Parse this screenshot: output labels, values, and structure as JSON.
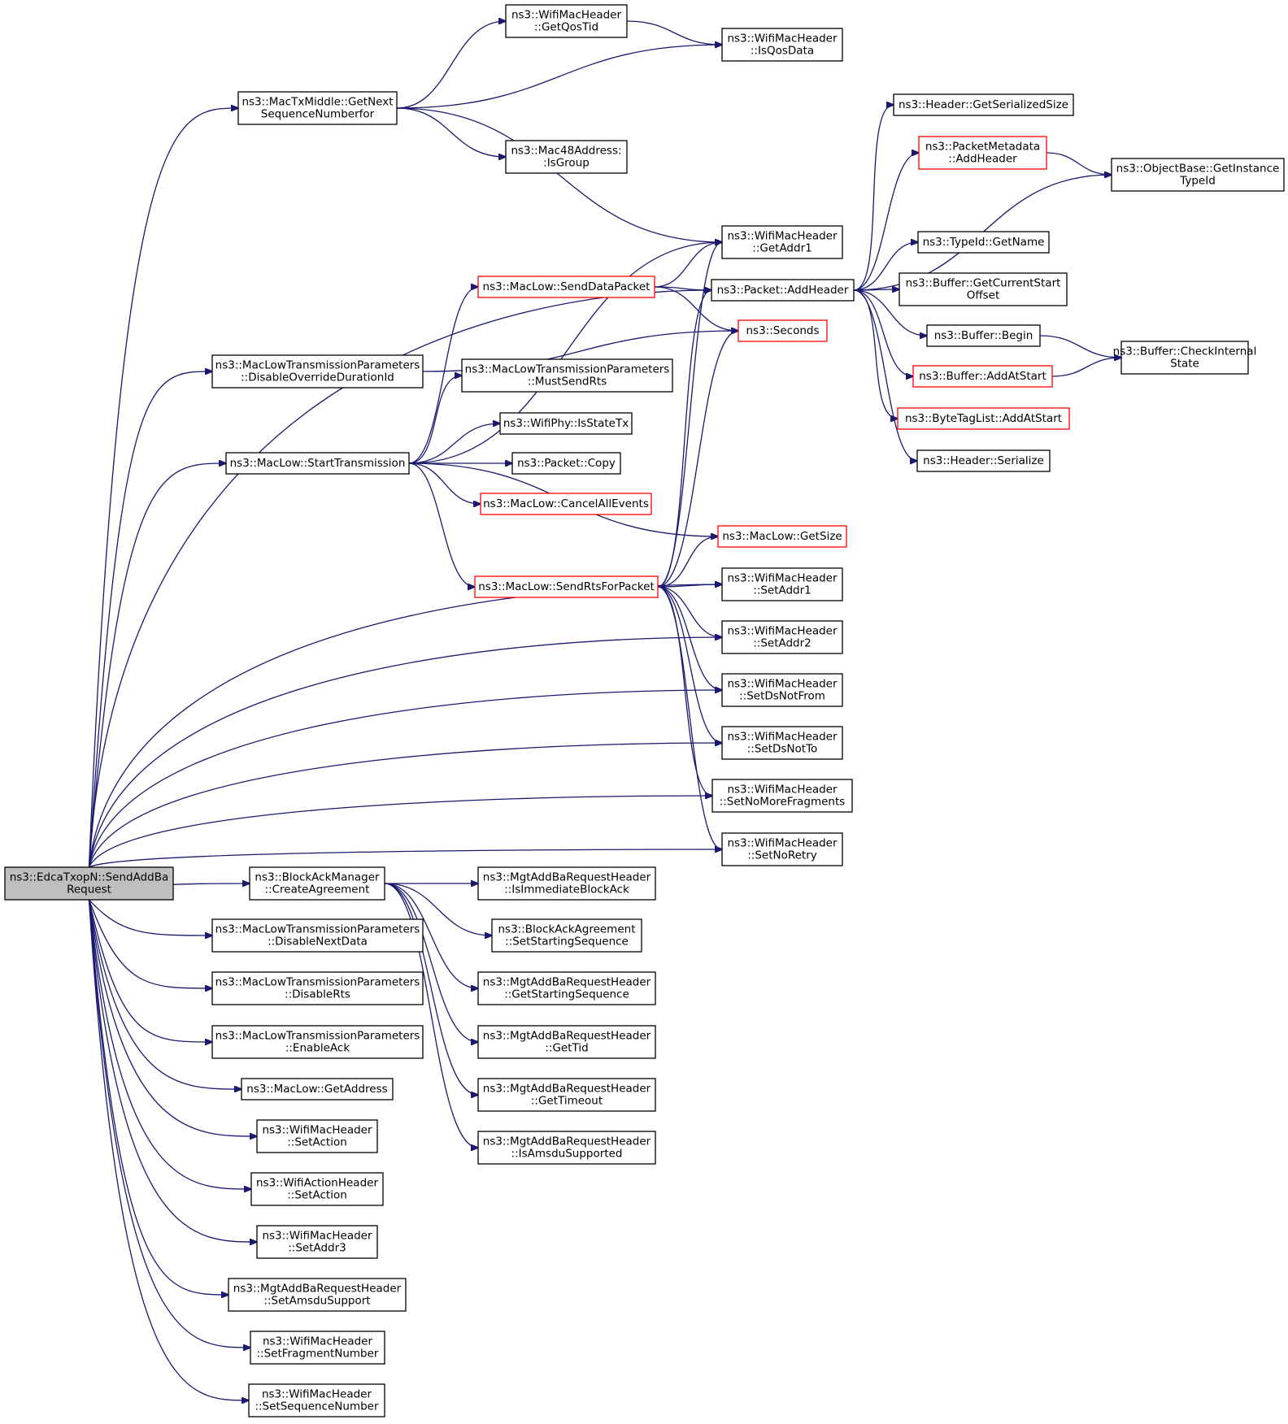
{
  "graph": {
    "type": "call-graph",
    "root": "send_add_ba",
    "nodes": [
      {
        "id": "send_add_ba",
        "lines": [
          "ns3::EdcaTxopN::SendAddBa",
          "Request"
        ],
        "style": "root"
      },
      {
        "id": "get_next_seq",
        "lines": [
          "ns3::MacTxMiddle::GetNext",
          "SequenceNumberfor"
        ],
        "style": "normal"
      },
      {
        "id": "get_qos_tid",
        "lines": [
          "ns3::WifiMacHeader",
          "::GetQosTid"
        ],
        "style": "normal"
      },
      {
        "id": "is_qos_data",
        "lines": [
          "ns3::WifiMacHeader",
          "::IsQosData"
        ],
        "style": "normal"
      },
      {
        "id": "is_group",
        "lines": [
          "ns3::Mac48Address:",
          ":IsGroup"
        ],
        "style": "normal"
      },
      {
        "id": "get_addr1",
        "lines": [
          "ns3::WifiMacHeader",
          "::GetAddr1"
        ],
        "style": "normal"
      },
      {
        "id": "add_header",
        "lines": [
          "ns3::Packet::AddHeader"
        ],
        "style": "normal"
      },
      {
        "id": "send_data_packet",
        "lines": [
          "ns3::MacLow::SendDataPacket"
        ],
        "style": "red"
      },
      {
        "id": "seconds",
        "lines": [
          "ns3::Seconds"
        ],
        "style": "red"
      },
      {
        "id": "disable_override",
        "lines": [
          "ns3::MacLowTransmissionParameters",
          "::DisableOverrideDurationId"
        ],
        "style": "normal"
      },
      {
        "id": "must_send_rts",
        "lines": [
          "ns3::MacLowTransmissionParameters",
          "::MustSendRts"
        ],
        "style": "normal"
      },
      {
        "id": "start_transmission",
        "lines": [
          "ns3::MacLow::StartTransmission"
        ],
        "style": "normal"
      },
      {
        "id": "is_state_tx",
        "lines": [
          "ns3::WifiPhy::IsStateTx"
        ],
        "style": "normal"
      },
      {
        "id": "packet_copy",
        "lines": [
          "ns3::Packet::Copy"
        ],
        "style": "normal"
      },
      {
        "id": "cancel_all_events",
        "lines": [
          "ns3::MacLow::CancelAllEvents"
        ],
        "style": "red"
      },
      {
        "id": "get_size",
        "lines": [
          "ns3::MacLow::GetSize"
        ],
        "style": "red"
      },
      {
        "id": "send_rts_for_packet",
        "lines": [
          "ns3::MacLow::SendRtsForPacket"
        ],
        "style": "red"
      },
      {
        "id": "set_addr1",
        "lines": [
          "ns3::WifiMacHeader",
          "::SetAddr1"
        ],
        "style": "normal"
      },
      {
        "id": "set_addr2",
        "lines": [
          "ns3::WifiMacHeader",
          "::SetAddr2"
        ],
        "style": "normal"
      },
      {
        "id": "set_ds_not_from",
        "lines": [
          "ns3::WifiMacHeader",
          "::SetDsNotFrom"
        ],
        "style": "normal"
      },
      {
        "id": "set_ds_not_to",
        "lines": [
          "ns3::WifiMacHeader",
          "::SetDsNotTo"
        ],
        "style": "normal"
      },
      {
        "id": "set_no_more_fragments",
        "lines": [
          "ns3::WifiMacHeader",
          "::SetNoMoreFragments"
        ],
        "style": "normal"
      },
      {
        "id": "set_no_retry",
        "lines": [
          "ns3::WifiMacHeader",
          "::SetNoRetry"
        ],
        "style": "normal"
      },
      {
        "id": "create_agreement",
        "lines": [
          "ns3::BlockAckManager",
          "::CreateAgreement"
        ],
        "style": "normal"
      },
      {
        "id": "is_immediate_block_ack",
        "lines": [
          "ns3::MgtAddBaRequestHeader",
          "::IsImmediateBlockAck"
        ],
        "style": "normal"
      },
      {
        "id": "set_starting_sequence",
        "lines": [
          "ns3::BlockAckAgreement",
          "::SetStartingSequence"
        ],
        "style": "normal"
      },
      {
        "id": "get_starting_sequence",
        "lines": [
          "ns3::MgtAddBaRequestHeader",
          "::GetStartingSequence"
        ],
        "style": "normal"
      },
      {
        "id": "get_tid",
        "lines": [
          "ns3::MgtAddBaRequestHeader",
          "::GetTid"
        ],
        "style": "normal"
      },
      {
        "id": "get_timeout",
        "lines": [
          "ns3::MgtAddBaRequestHeader",
          "::GetTimeout"
        ],
        "style": "normal"
      },
      {
        "id": "is_amsdu_supported",
        "lines": [
          "ns3::MgtAddBaRequestHeader",
          "::IsAmsduSupported"
        ],
        "style": "normal"
      },
      {
        "id": "disable_next_data",
        "lines": [
          "ns3::MacLowTransmissionParameters",
          "::DisableNextData"
        ],
        "style": "normal"
      },
      {
        "id": "disable_rts",
        "lines": [
          "ns3::MacLowTransmissionParameters",
          "::DisableRts"
        ],
        "style": "normal"
      },
      {
        "id": "enable_ack",
        "lines": [
          "ns3::MacLowTransmissionParameters",
          "::EnableAck"
        ],
        "style": "normal"
      },
      {
        "id": "get_address",
        "lines": [
          "ns3::MacLow::GetAddress"
        ],
        "style": "normal"
      },
      {
        "id": "set_action_wmh",
        "lines": [
          "ns3::WifiMacHeader",
          "::SetAction"
        ],
        "style": "normal"
      },
      {
        "id": "set_action_wah",
        "lines": [
          "ns3::WifiActionHeader",
          "::SetAction"
        ],
        "style": "normal"
      },
      {
        "id": "set_addr3",
        "lines": [
          "ns3::WifiMacHeader",
          "::SetAddr3"
        ],
        "style": "normal"
      },
      {
        "id": "set_amsdu_support",
        "lines": [
          "ns3::MgtAddBaRequestHeader",
          "::SetAmsduSupport"
        ],
        "style": "normal"
      },
      {
        "id": "set_fragment_number",
        "lines": [
          "ns3::WifiMacHeader",
          "::SetFragmentNumber"
        ],
        "style": "normal"
      },
      {
        "id": "set_sequence_number",
        "lines": [
          "ns3::WifiMacHeader",
          "::SetSequenceNumber"
        ],
        "style": "normal"
      },
      {
        "id": "get_serialized_size",
        "lines": [
          "ns3::Header::GetSerializedSize"
        ],
        "style": "normal"
      },
      {
        "id": "pm_add_header",
        "lines": [
          "ns3::PacketMetadata",
          "::AddHeader"
        ],
        "style": "red"
      },
      {
        "id": "get_instance_type_id",
        "lines": [
          "ns3::ObjectBase::GetInstance",
          "TypeId"
        ],
        "style": "normal"
      },
      {
        "id": "type_id_get_name",
        "lines": [
          "ns3::TypeId::GetName"
        ],
        "style": "normal"
      },
      {
        "id": "get_current_start_offset",
        "lines": [
          "ns3::Buffer::GetCurrentStart",
          "Offset"
        ],
        "style": "normal"
      },
      {
        "id": "buffer_begin",
        "lines": [
          "ns3::Buffer::Begin"
        ],
        "style": "normal"
      },
      {
        "id": "check_internal_state",
        "lines": [
          "ns3::Buffer::CheckInternal",
          "State"
        ],
        "style": "normal"
      },
      {
        "id": "buffer_add_at_start",
        "lines": [
          "ns3::Buffer::AddAtStart"
        ],
        "style": "red"
      },
      {
        "id": "byte_tag_add_at_start",
        "lines": [
          "ns3::ByteTagList::AddAtStart"
        ],
        "style": "red"
      },
      {
        "id": "header_serialize",
        "lines": [
          "ns3::Header::Serialize"
        ],
        "style": "normal"
      }
    ],
    "edges": [
      [
        "send_add_ba",
        "get_next_seq"
      ],
      [
        "send_add_ba",
        "add_header"
      ],
      [
        "send_add_ba",
        "disable_override"
      ],
      [
        "send_add_ba",
        "start_transmission"
      ],
      [
        "send_add_ba",
        "set_addr1"
      ],
      [
        "send_add_ba",
        "set_addr2"
      ],
      [
        "send_add_ba",
        "set_ds_not_from"
      ],
      [
        "send_add_ba",
        "set_ds_not_to"
      ],
      [
        "send_add_ba",
        "set_no_more_fragments"
      ],
      [
        "send_add_ba",
        "set_no_retry"
      ],
      [
        "send_add_ba",
        "create_agreement"
      ],
      [
        "send_add_ba",
        "disable_next_data"
      ],
      [
        "send_add_ba",
        "disable_rts"
      ],
      [
        "send_add_ba",
        "enable_ack"
      ],
      [
        "send_add_ba",
        "get_address"
      ],
      [
        "send_add_ba",
        "set_action_wmh"
      ],
      [
        "send_add_ba",
        "set_action_wah"
      ],
      [
        "send_add_ba",
        "set_addr3"
      ],
      [
        "send_add_ba",
        "set_amsdu_support"
      ],
      [
        "send_add_ba",
        "set_fragment_number"
      ],
      [
        "send_add_ba",
        "set_sequence_number"
      ],
      [
        "get_next_seq",
        "get_qos_tid"
      ],
      [
        "get_next_seq",
        "is_qos_data"
      ],
      [
        "get_next_seq",
        "is_group"
      ],
      [
        "get_next_seq",
        "get_addr1"
      ],
      [
        "get_qos_tid",
        "is_qos_data"
      ],
      [
        "disable_override",
        "seconds"
      ],
      [
        "start_transmission",
        "get_addr1"
      ],
      [
        "start_transmission",
        "send_data_packet"
      ],
      [
        "start_transmission",
        "must_send_rts"
      ],
      [
        "start_transmission",
        "is_state_tx"
      ],
      [
        "start_transmission",
        "packet_copy"
      ],
      [
        "start_transmission",
        "cancel_all_events"
      ],
      [
        "start_transmission",
        "get_size"
      ],
      [
        "start_transmission",
        "send_rts_for_packet"
      ],
      [
        "send_data_packet",
        "get_addr1"
      ],
      [
        "send_data_packet",
        "add_header"
      ],
      [
        "send_data_packet",
        "seconds"
      ],
      [
        "send_rts_for_packet",
        "get_addr1"
      ],
      [
        "send_rts_for_packet",
        "add_header"
      ],
      [
        "send_rts_for_packet",
        "seconds"
      ],
      [
        "send_rts_for_packet",
        "get_size"
      ],
      [
        "send_rts_for_packet",
        "set_addr1"
      ],
      [
        "send_rts_for_packet",
        "set_addr2"
      ],
      [
        "send_rts_for_packet",
        "set_ds_not_from"
      ],
      [
        "send_rts_for_packet",
        "set_ds_not_to"
      ],
      [
        "send_rts_for_packet",
        "set_no_more_fragments"
      ],
      [
        "send_rts_for_packet",
        "set_no_retry"
      ],
      [
        "create_agreement",
        "is_immediate_block_ack"
      ],
      [
        "create_agreement",
        "set_starting_sequence"
      ],
      [
        "create_agreement",
        "get_starting_sequence"
      ],
      [
        "create_agreement",
        "get_tid"
      ],
      [
        "create_agreement",
        "get_timeout"
      ],
      [
        "create_agreement",
        "is_amsdu_supported"
      ],
      [
        "add_header",
        "get_serialized_size"
      ],
      [
        "add_header",
        "pm_add_header"
      ],
      [
        "add_header",
        "get_instance_type_id"
      ],
      [
        "add_header",
        "type_id_get_name"
      ],
      [
        "add_header",
        "get_current_start_offset"
      ],
      [
        "add_header",
        "buffer_begin"
      ],
      [
        "add_header",
        "buffer_add_at_start"
      ],
      [
        "add_header",
        "byte_tag_add_at_start"
      ],
      [
        "add_header",
        "header_serialize"
      ],
      [
        "pm_add_header",
        "get_instance_type_id"
      ],
      [
        "buffer_begin",
        "check_internal_state"
      ],
      [
        "buffer_add_at_start",
        "check_internal_state"
      ]
    ]
  }
}
